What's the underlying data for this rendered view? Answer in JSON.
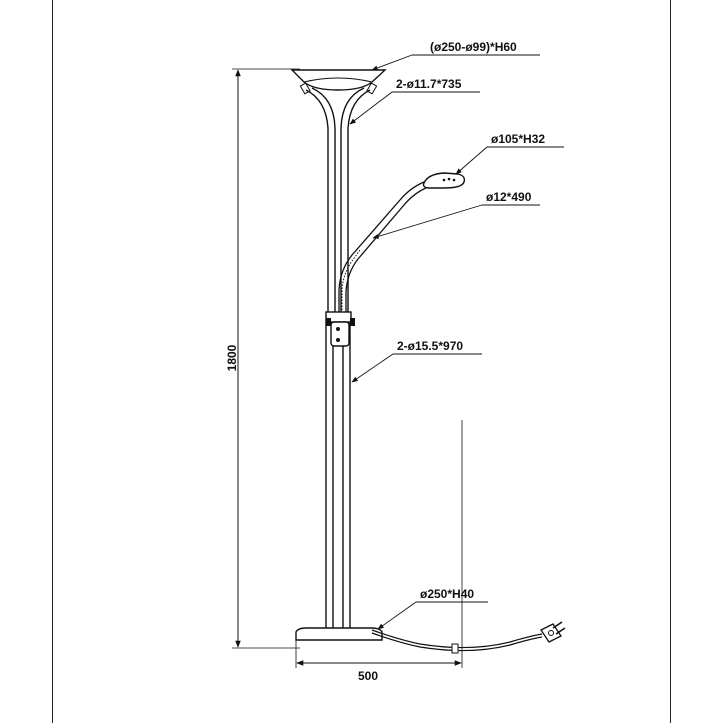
{
  "dimensions": {
    "shade": "(ø250-ø99)*H60",
    "upper_tubes": "2-ø11.7*735",
    "reading_head": "ø105*H32",
    "gooseneck": "ø12*490",
    "lower_tubes": "2-ø15.5*970",
    "base": "ø250*H40",
    "height": "1800",
    "width": "500"
  }
}
